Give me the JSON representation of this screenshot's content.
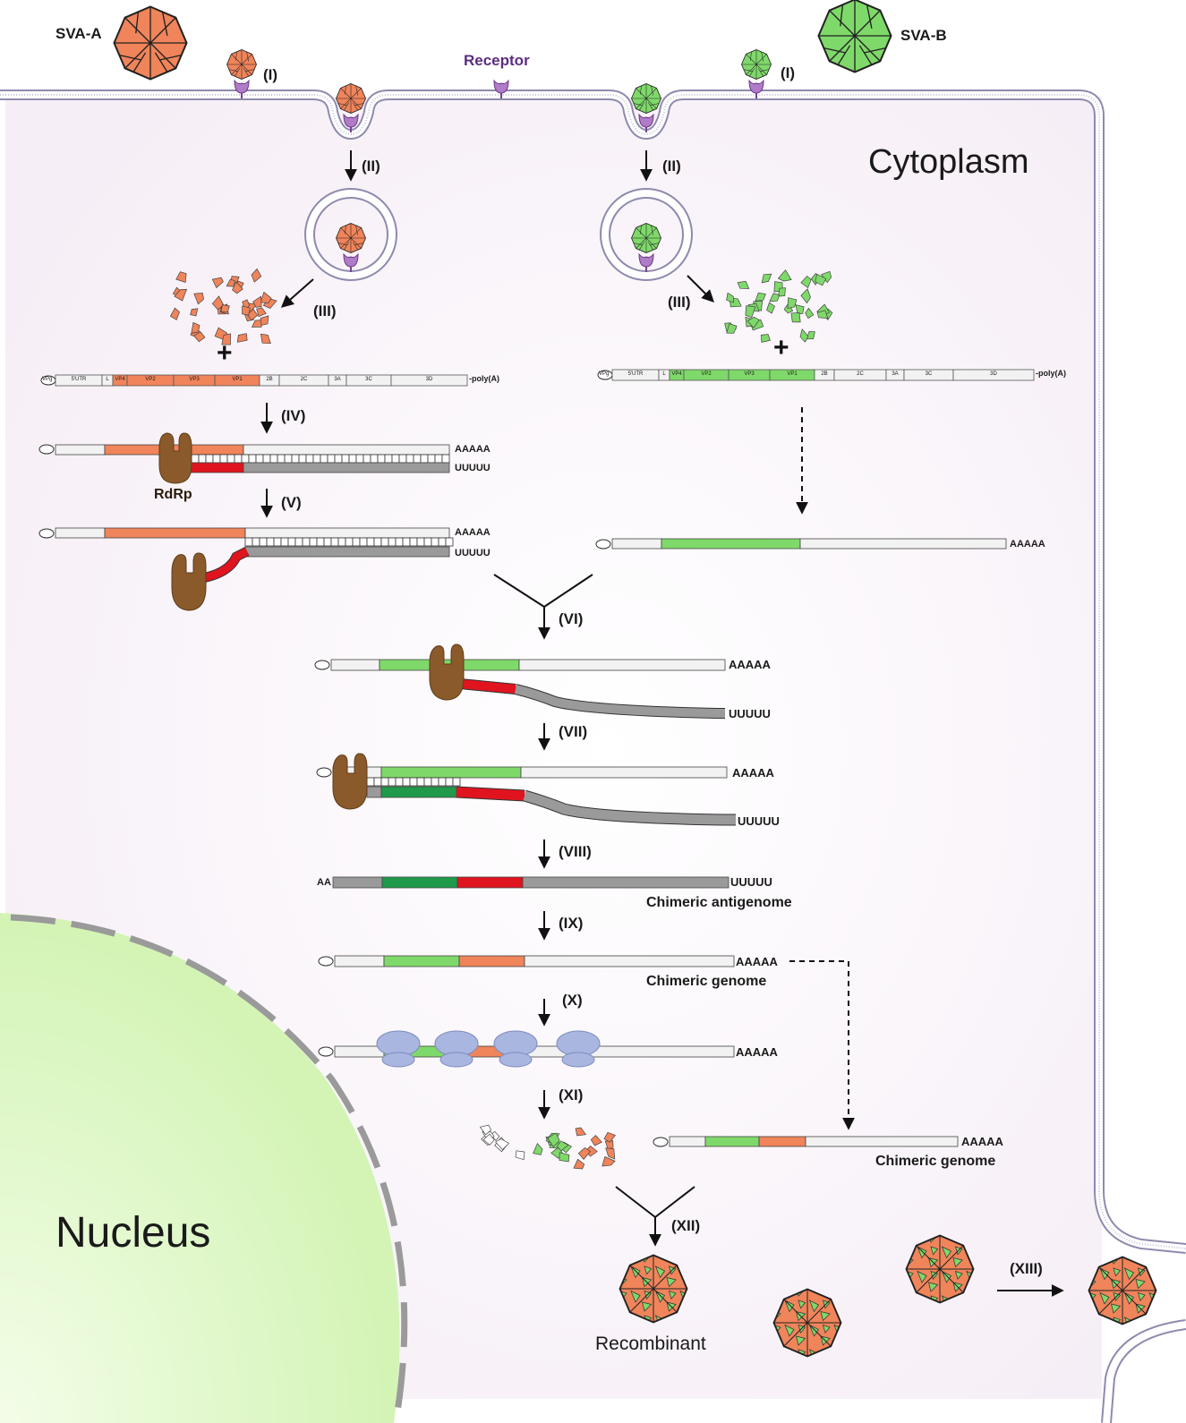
{
  "labels": {
    "sva_a": "SVA-A",
    "sva_b": "SVA-B",
    "receptor": "Receptor",
    "cytoplasm": "Cytoplasm",
    "nucleus": "Nucleus",
    "rdrp": "RdRp",
    "chimeric_antigenome": "Chimeric antigenome",
    "chimeric_genome_1": "Chimeric genome",
    "chimeric_genome_2": "Chimeric genome",
    "recombinant": "Recombinant"
  },
  "steps": {
    "s1_left": "(I)",
    "s1_right": "(I)",
    "s2_left": "(II)",
    "s2_right": "(II)",
    "s3_left": "(III)",
    "s3_right": "(III)",
    "s4": "(IV)",
    "s5": "(V)",
    "s6": "(VI)",
    "s7": "(VII)",
    "s8": "(VIII)",
    "s9": "(IX)",
    "s10": "(X)",
    "s11": "(XI)",
    "s12": "(XII)",
    "s13": "(XIII)"
  },
  "genome_map": {
    "vpg": "VPg",
    "segments": [
      "5'UTR",
      "L",
      "VP4",
      "VP2",
      "VP3",
      "VP1",
      "2B",
      "2C",
      "3A",
      "3C",
      "3D"
    ],
    "poly_a": "poly(A)"
  },
  "tails": {
    "a_tail": "AAAAA",
    "u_tail": "UUUUU",
    "aa": "AA"
  },
  "colors": {
    "sva_a": "#f0845a",
    "sva_b": "#7fd96a",
    "nascent_red": "#e0141e",
    "dark_green": "#1f9a4a",
    "rdrp": "#8a5a2b",
    "grey_strand": "#8c8c8c",
    "ribosome": "#a8b6e0",
    "receptor": "#9b59b6",
    "cytoplasm_bg": "#faf3fb",
    "nucleus": "#d6f5b8",
    "membrane": "#a8a4c4"
  }
}
